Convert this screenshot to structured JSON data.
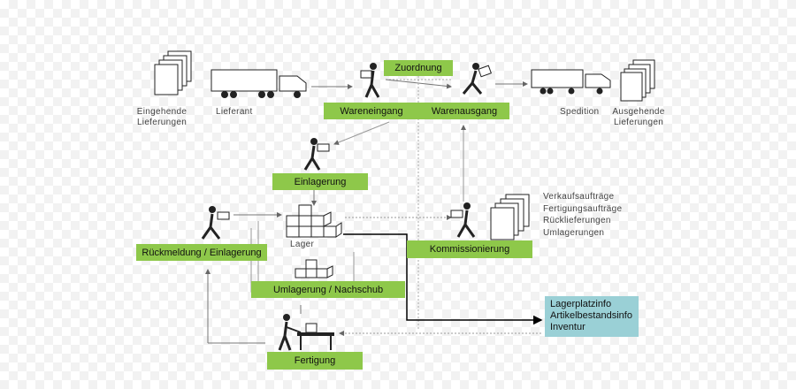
{
  "boxes": {
    "zuordnung": "Zuordnung",
    "wareneingang": "Wareneingang",
    "warenausgang": "Warenausgang",
    "einlagerung": "Einlagerung",
    "rueckmeldung": "Rückmeldung / Einlagerung",
    "kommissionierung": "Kommissionierung",
    "umlagerung": "Umlagerung / Nachschub",
    "fertigung": "Fertigung"
  },
  "labels": {
    "eingehende_1": "Eingehende",
    "eingehende_2": "Lieferungen",
    "lieferant": "Lieferant",
    "spedition": "Spedition",
    "ausgehende_1": "Ausgehende",
    "ausgehende_2": "Lieferungen",
    "lager": "Lager"
  },
  "orders": [
    "Verkaufsaufträge",
    "Fertigungsaufträge",
    "Rücklieferungen",
    "Umlagerungen"
  ],
  "info": [
    "Lagerplatzinfo",
    "Artikelbestandsinfo",
    "Inventur"
  ],
  "colors": {
    "green": "#8ec84a",
    "teal": "#9ad0d6"
  }
}
